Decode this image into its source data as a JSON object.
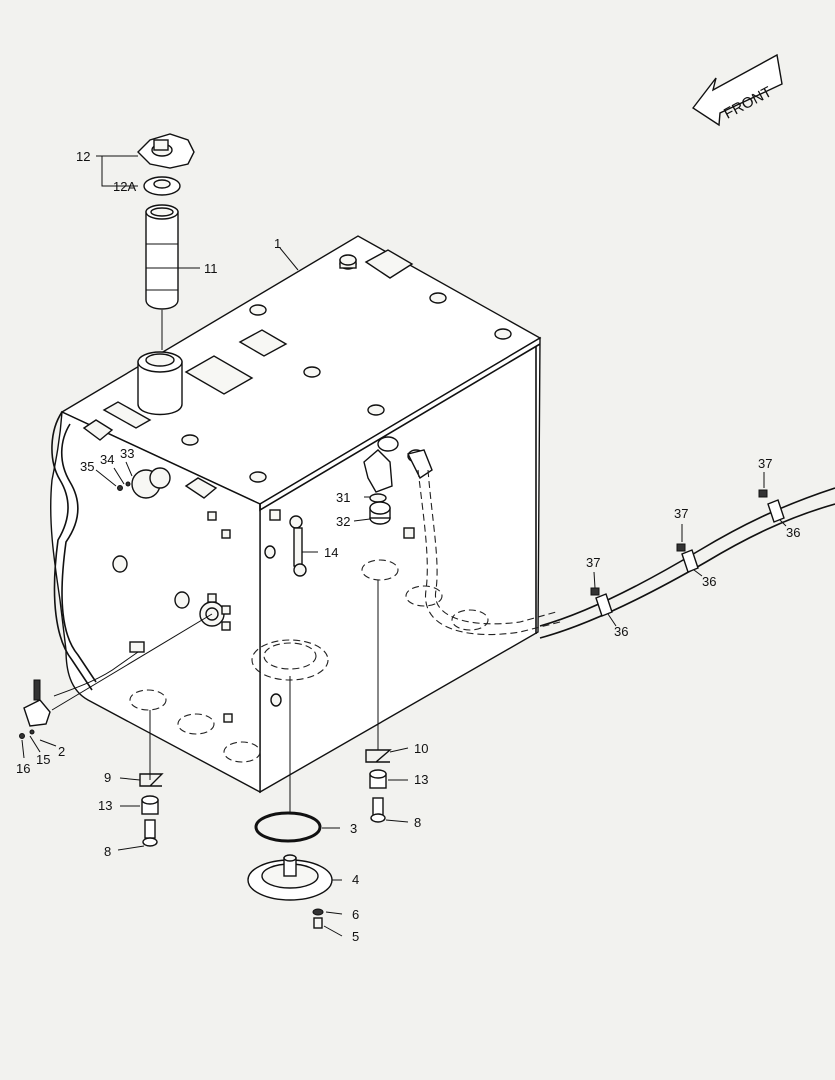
{
  "front_arrow": {
    "text": "FRONT"
  },
  "callouts": {
    "c1": "1",
    "c2": "2",
    "c3": "3",
    "c4": "4",
    "c5": "5",
    "c6": "6",
    "c8a": "8",
    "c8b": "8",
    "c9": "9",
    "c10": "10",
    "c11": "11",
    "c12": "12",
    "c12a": "12A",
    "c13a": "13",
    "c13b": "13",
    "c14": "14",
    "c15": "15",
    "c16": "16",
    "c31": "31",
    "c32": "32",
    "c33": "33",
    "c34": "34",
    "c35": "35",
    "c36a": "36",
    "c36b": "36",
    "c36c": "36",
    "c37a": "37",
    "c37b": "37",
    "c37c": "37"
  }
}
